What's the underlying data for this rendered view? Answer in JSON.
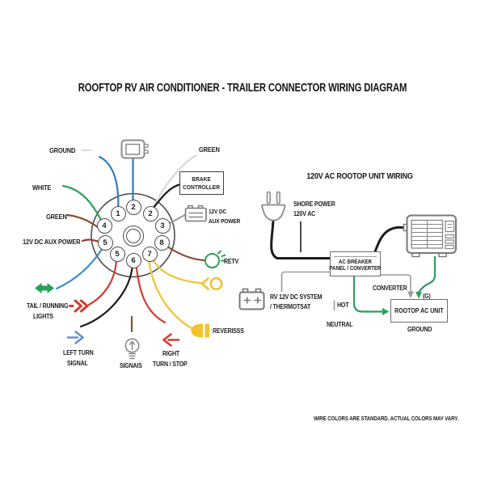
{
  "page": {
    "title": "ROOFTOP RV AIR CONDITIONER - TRAILER CONNECTOR WIRING DIAGRAM",
    "footnote": "WIRE COLORS ARE STANDARD. ACTUAL COLORS MAY VARY."
  },
  "colors": {
    "blue": "#2e7cc3",
    "teal": "#3d8fcd",
    "light_wire": "#d9d9d9",
    "black": "#1d1d1d",
    "green": "#2aa05a",
    "brown": "#8a4f2d",
    "dark_red": "#9a3b2a",
    "red": "#d33a2c",
    "yellow": "#f2c230",
    "gray_wire": "#9a9a9a",
    "icon_gray": "#8a8a8a",
    "arrow_blue": "#6b8fc9",
    "outline": "#4c4c4c"
  },
  "connector": {
    "pins": [
      "1",
      "2",
      "2",
      "4",
      "3",
      "5",
      "8",
      "5",
      "6",
      "7"
    ],
    "labels": {
      "ground": "GROUND",
      "white": "WHITE",
      "green_left": "GREEN",
      "aux_power_left": "12V DC AUX POWER",
      "green_top": "GREEN",
      "brake_line1": "BRAKE",
      "brake_line2": "CONTROLLER",
      "aux_right_line1": "12V DC",
      "aux_right_line2": "AUX POWER",
      "retv": "RETV",
      "reverse": "REVERISSS",
      "tail_line1": "TAIL / RUNNING",
      "tail_line2": "LIGHTS",
      "left_line1": "LEFT TURN",
      "left_line2": "SIGNAL",
      "signals": "SIGNAIS",
      "right_line1": "RIGHT",
      "right_line2": "TURN / STOP"
    }
  },
  "ac_section": {
    "title": "120V AC ROOTOP UNIT WIRING",
    "shore_line1": "SHORE POWER",
    "shore_line2": "120V AC",
    "breaker_line1": "AC BREAKER",
    "breaker_line2": "PANEL / CONVERTER",
    "rv_line1": "RV 12V DC SYSTEM",
    "rv_line2": "/ THERMOTSAT",
    "hot": "HOT",
    "neutral": "NEUTRAL",
    "converter": "CONVERTER",
    "ground_tag": "(G)",
    "rooftop_unit": "ROOTOP AC UNIT",
    "ground": "GROUND"
  }
}
